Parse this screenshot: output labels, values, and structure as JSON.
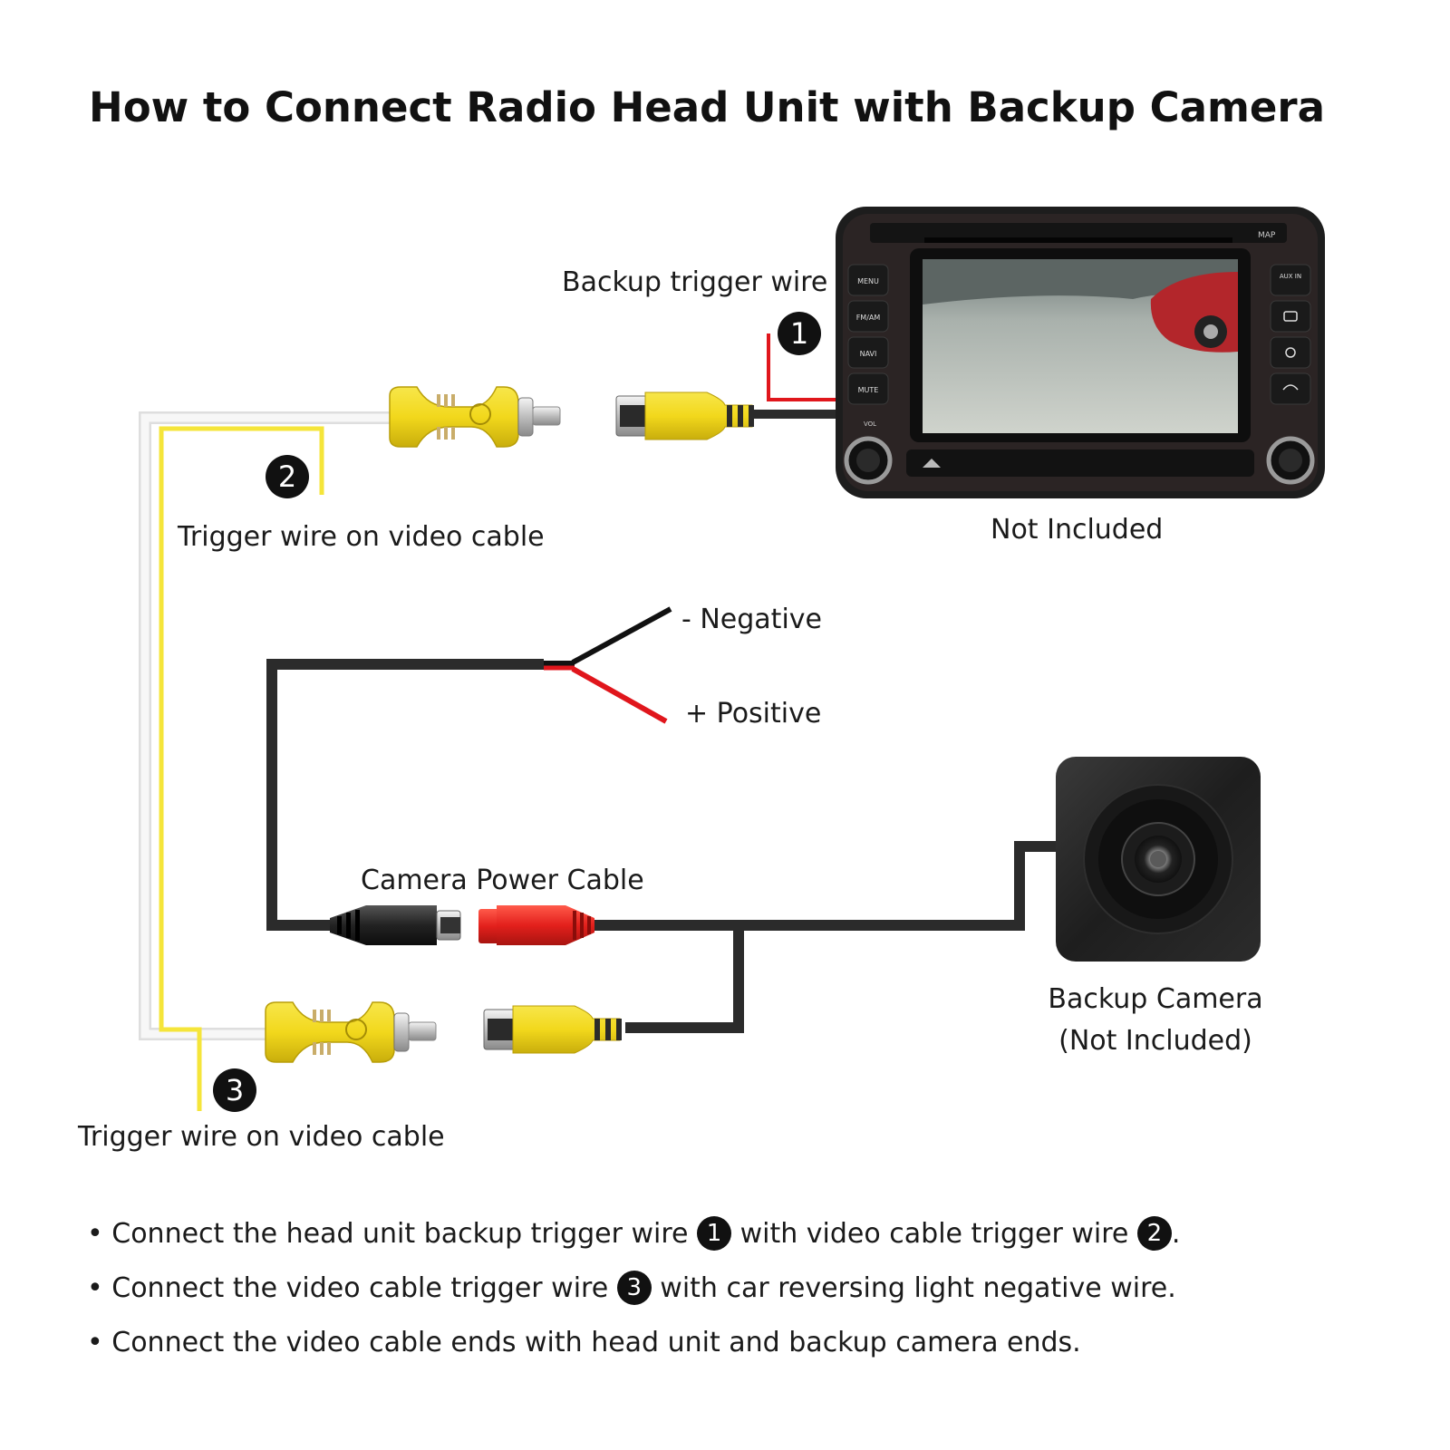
{
  "title": "How to Connect Radio Head Unit with Backup Camera",
  "labels": {
    "backup_trigger_wire": "Backup trigger wire",
    "trigger_wire_top": "Trigger wire on video cable",
    "not_included": "Not Included",
    "negative": "- Negative",
    "positive": "+ Positive",
    "camera_power_cable": "Camera Power Cable",
    "backup_camera": "Backup Camera",
    "backup_camera_note": "(Not Included)",
    "trigger_wire_bottom": "Trigger wire on video cable"
  },
  "badges": {
    "one": "1",
    "two": "2",
    "three": "3"
  },
  "head_unit_buttons": {
    "left": [
      "MENU",
      "FM/AM",
      "NAVI",
      "MUTE"
    ],
    "right": [
      "AUX IN"
    ],
    "top_right": "MAP",
    "vol": "VOL"
  },
  "notes": [
    {
      "bullet": "•",
      "a": "Connect the head unit backup trigger wire",
      "b1": "1",
      "c": "with video cable trigger wire",
      "b2": "2",
      "d": "."
    },
    {
      "bullet": "•",
      "a": "Connect the video cable trigger wire",
      "b1": "3",
      "c": "with car reversing light negative wire."
    },
    {
      "bullet": "•",
      "a": "Connect the video cable ends with head unit and backup camera ends."
    }
  ],
  "colors": {
    "rca_yellow": "#f2d81c",
    "wire_yellow": "#f5e53a",
    "wire_red": "#e0161c",
    "cable_dark": "#2b2b2b",
    "badge": "#111111"
  }
}
